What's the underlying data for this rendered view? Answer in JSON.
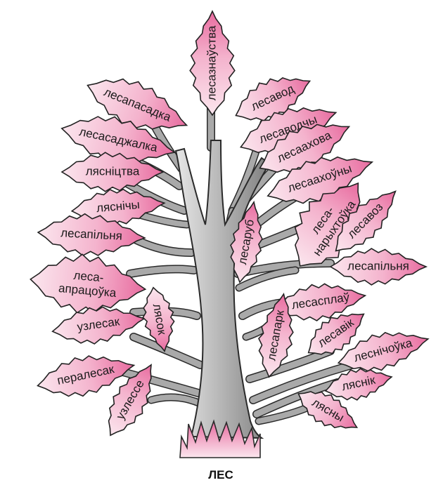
{
  "root_word": "ЛЕС",
  "words": [
    "лесазнаўства",
    "лесапасадка",
    "лесасаджалка",
    "лясніцтва",
    "ляснічы",
    "лесапільня",
    "леса-",
    "апрацоўка",
    "узлесак",
    "лясок",
    "лесаруб",
    "пералесак",
    "узлессе",
    "лесавод",
    "лесаводчы",
    "лесаахова",
    "лесаахоўны",
    "леса-",
    "нарыхтоўка",
    "лесавоз",
    "лесапільня",
    "лесасплаў",
    "лесапарк",
    "лесавік",
    "леснічоўка",
    "ляснік",
    "лясны"
  ],
  "colors": {
    "leaf_light": "#fbe6ee",
    "leaf_dark": "#e86b9f",
    "trunk_light": "#e3e3e3",
    "trunk_dark": "#8c8c8c",
    "outline": "#222222"
  }
}
